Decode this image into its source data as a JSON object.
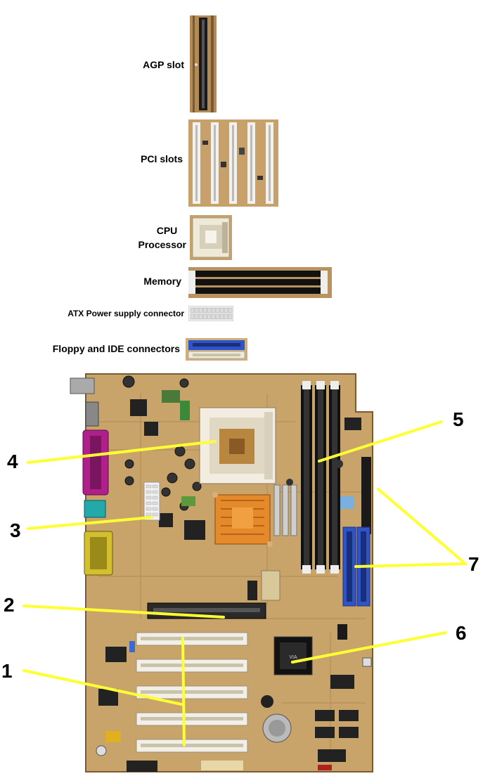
{
  "legend": {
    "agp": "AGP slot",
    "pci": "PCI slots",
    "cpu_line1": "CPU",
    "cpu_line2": "Processor",
    "memory": "Memory",
    "atx": "ATX Power supply connector",
    "floppy_ide": "Floppy and IDE connectors"
  },
  "callouts": [
    "1",
    "2",
    "3",
    "4",
    "5",
    "6",
    "7"
  ],
  "colors": {
    "board": "#c8a46a",
    "board_dark": "#8a6a3a",
    "slot_white": "#f2efe6",
    "dimm_black": "#111111",
    "ide_blue": "#2f54c8",
    "parallel_magenta": "#b0208a",
    "heatsink_orange": "#e58a2a",
    "pointer_yellow": "#ffff33"
  }
}
